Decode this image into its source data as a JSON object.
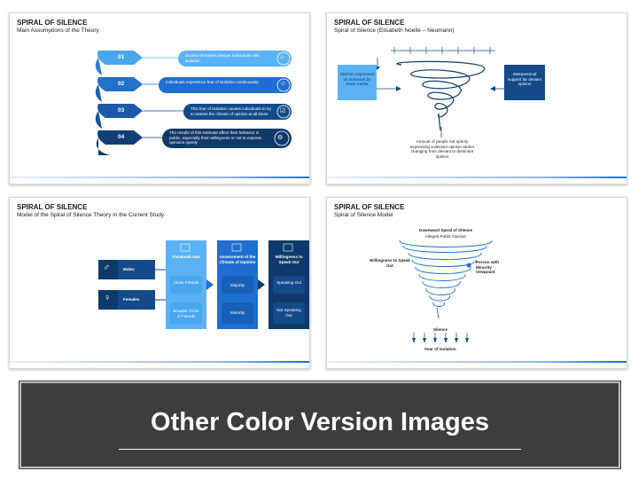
{
  "slides": [
    {
      "title": "SPIRAL OF SILENCE",
      "subtitle": "Main Assumptions of the Theory",
      "items": [
        {
          "number": "01",
          "text": "Society threatens deviant individuals with isolation",
          "icon": "network-icon"
        },
        {
          "number": "02",
          "text": "Individuals experience fear of isolation continuously",
          "icon": "head-icon"
        },
        {
          "number": "03",
          "text": "This fear of isolation causes individuals to try to assess the climate of opinion at all times",
          "icon": "checklist-icon"
        },
        {
          "number": "04",
          "text": "The results of this estimate affect their behavior in public, especially their willingness or not to express opinions openly",
          "icon": "brain-gear-icon"
        }
      ]
    },
    {
      "title": "SPIRAL OF SILENCE",
      "subtitle": "Spiral of Silence (Elisabeth Noelle – Neumann)",
      "left_box": "Opinion expressed as dominant by mass media",
      "right_box": "Interpersonal support for deviant opinion",
      "bottom_text": "Amount of people not openly expressing a deviant opinion and/or changing from deviant to dominant opinion"
    },
    {
      "title": "SPIRAL OF SILENCE",
      "subtitle": "Model of the Spiral of Silence Theory in the Current Study",
      "groups": [
        "Males",
        "Females"
      ],
      "columns": [
        {
          "heading": "Facebook Use",
          "items": [
            "Close Friends",
            "Broader Circle of Friends"
          ]
        },
        {
          "heading": "Assessment of the Climate of Opinion",
          "items": [
            "Majority",
            "Minority"
          ]
        },
        {
          "heading": "Willingness to Speak Out",
          "items": [
            "Speaking Out",
            "Not Speaking Out"
          ]
        }
      ]
    },
    {
      "title": "SPIRAL OF SILENCE",
      "subtitle": "Spiral of Silence Model",
      "top_label": "Downward Spiral of Silence",
      "top_sub": "Alleged Public Opinion",
      "left_label": "Willingness to Speak Out",
      "right_label": "Person with Minority Viewpoint",
      "silence": "Silence",
      "fear": "Fear of Isolation"
    }
  ],
  "banner": {
    "title": "Other Color Version Images"
  },
  "colors": {
    "primary": "#1e6fd0",
    "dark_blue": "#134a8a",
    "light_blue": "#5ab2f5",
    "navy": "#0e3a6b",
    "banner_bg": "#3d3d3d"
  }
}
